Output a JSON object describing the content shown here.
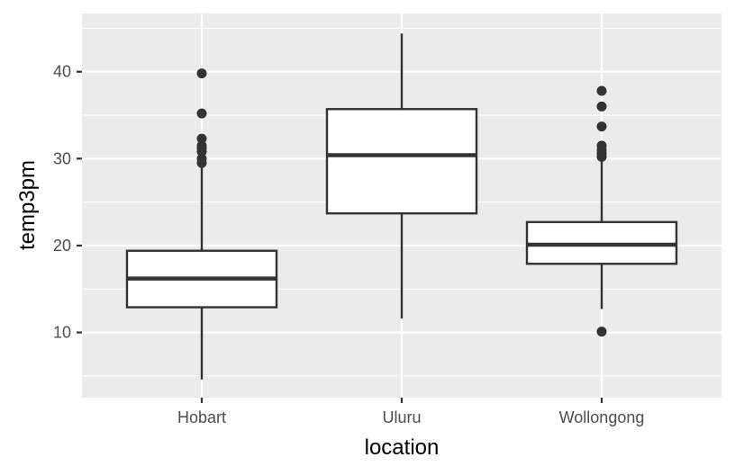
{
  "chart_data": {
    "type": "boxplot",
    "title": "",
    "xlabel": "location",
    "ylabel": "temp3pm",
    "ylim": [
      2.5,
      46.7
    ],
    "yticks": [
      10,
      20,
      30,
      40
    ],
    "grid": true,
    "legend": "none",
    "colors": {
      "panel": "#ebebeb",
      "grid": "#ffffff",
      "box_fill": "#ffffff",
      "box_line": "#333333",
      "tick_text": "#4d4d4d",
      "axis_title": "#000000"
    },
    "categories": [
      "Hobart",
      "Uluru",
      "Wollongong"
    ],
    "boxes": [
      {
        "category": "Hobart",
        "whisker_low": 4.6,
        "q1": 12.9,
        "median": 16.2,
        "q3": 19.4,
        "whisker_high": 29.0,
        "outliers": [
          29.5,
          30.0,
          30.8,
          31.2,
          31.5,
          32.3,
          35.2,
          39.8
        ]
      },
      {
        "category": "Uluru",
        "whisker_low": 11.6,
        "q1": 23.7,
        "median": 30.4,
        "q3": 35.7,
        "whisker_high": 44.4,
        "outliers": []
      },
      {
        "category": "Wollongong",
        "whisker_low": 12.7,
        "q1": 17.9,
        "median": 20.1,
        "q3": 22.7,
        "whisker_high": 29.9,
        "outliers": [
          10.1,
          30.2,
          30.6,
          31.0,
          31.5,
          33.7,
          36.0,
          37.8
        ]
      }
    ]
  }
}
